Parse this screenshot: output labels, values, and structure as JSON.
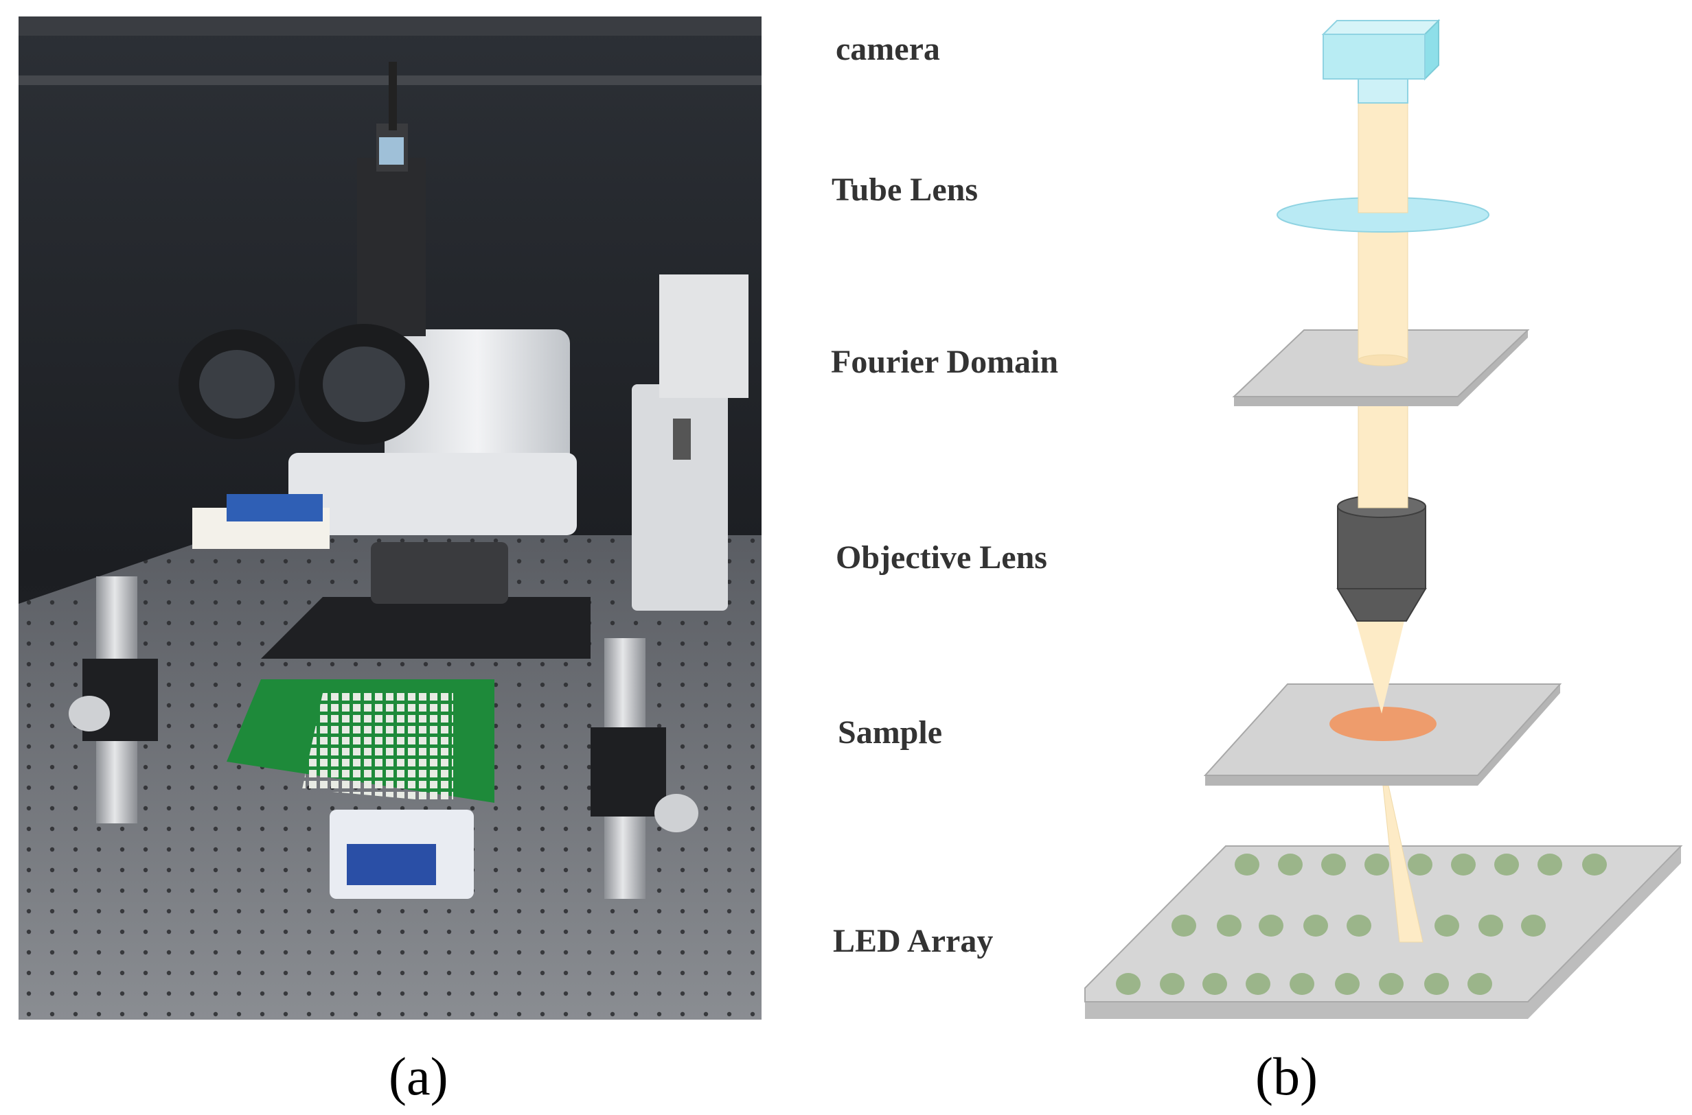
{
  "figure": {
    "panel_a_label": "(a)",
    "panel_b_label": "(b)"
  },
  "diagram": {
    "labels": {
      "camera": "camera",
      "tube_lens": "Tube Lens",
      "fourier_domain": "Fourier Domain",
      "objective_lens": "Objective Lens",
      "sample": "Sample",
      "led_array": "LED Array"
    },
    "colors": {
      "camera": "#b8ecf3",
      "beam": "#fdebc6",
      "tube_lens": "#b9eaf4",
      "plane": "#d3d3d3",
      "objective": "#5a5a5a",
      "sample_spot": "#ee9c6c",
      "led": "#9bb58a",
      "label_text": "#333333"
    }
  }
}
